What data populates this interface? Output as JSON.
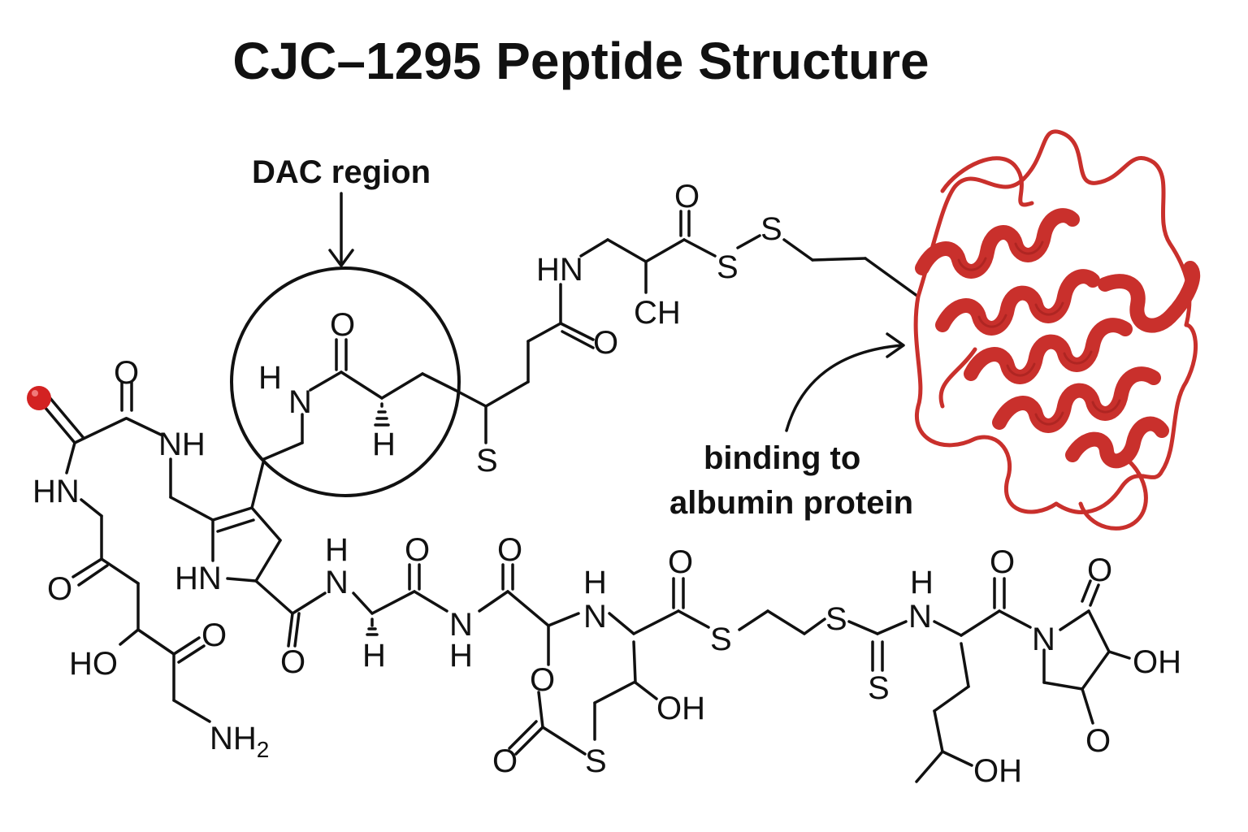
{
  "title": "CJC–1295 Peptide Structure",
  "annotations": {
    "dac_region": "DAC region",
    "binding_line1": "binding to",
    "binding_line2": "albumin protein"
  },
  "atoms": {
    "O": "O",
    "H": "H",
    "N": "N",
    "S": "S",
    "NH": "NH",
    "HN": "HN",
    "CH": "CH",
    "OH": "OH",
    "HO": "HO",
    "NH2_base": "NH",
    "NH2_sub": "2"
  },
  "colors": {
    "ink": "#111111",
    "protein": "#c9302c",
    "protein_dark": "#9e1f1c",
    "red_atom": "#d32222"
  },
  "icons": {
    "protein": "albumin-protein-ribbon-icon",
    "atom": "red-atom-dot-icon"
  }
}
